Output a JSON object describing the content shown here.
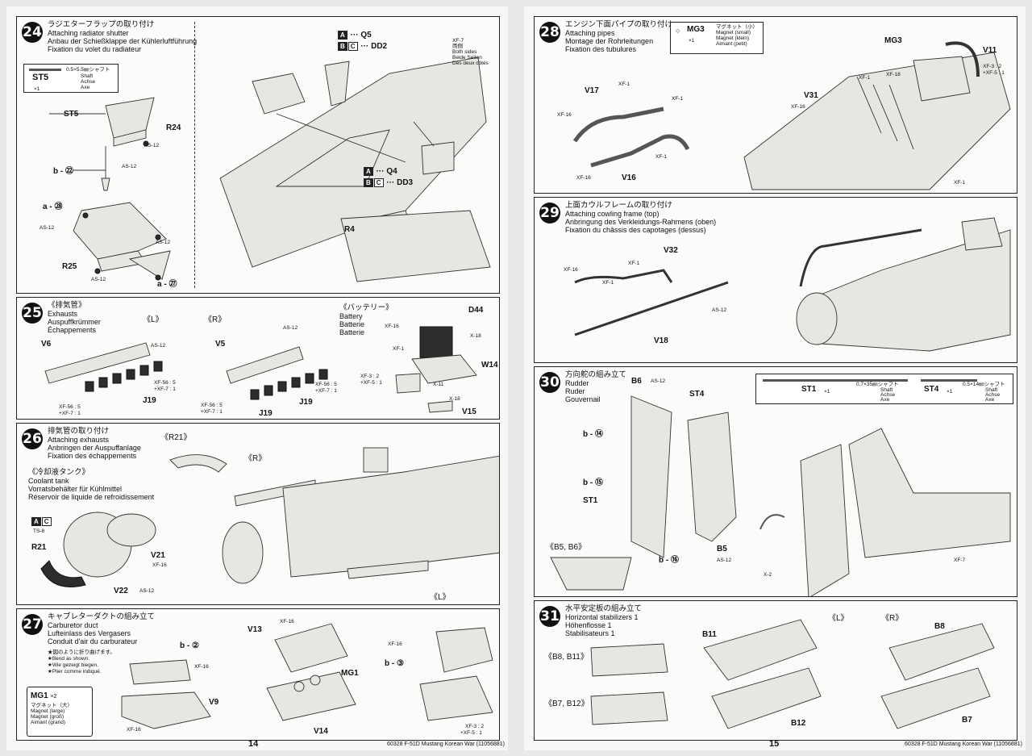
{
  "left_page": {
    "page_number": "14",
    "footer": "60328 F-51D Mustang Korean War (11056881)",
    "steps": [
      {
        "num": "24",
        "title_jp": "ラジエターフラップの取り付け",
        "title_en": "Attaching radiator shutter",
        "title_de": "Anbau der Schießklappe der Kühlerluftführung",
        "title_fr": "Fixation du volet du radiateur",
        "part_box": {
          "code": "ST5",
          "qty": "×1",
          "desc_jp": "0.5×5.5㎜シャフト",
          "desc_en": "Shaft",
          "desc_de": "Achse",
          "desc_fr": "Axe"
        },
        "labels": [
          "ST5",
          "R24",
          "AS-12",
          "b - ㉒",
          "AS-12",
          "a - ㉘",
          "AS-12",
          "AS-12",
          "R25",
          "AS-12",
          "a - ㉗"
        ],
        "right_labels": [
          "A",
          "B",
          "C",
          "Q5",
          "DD2",
          "XF-7",
          "両側",
          "Both sides",
          "Beide Seiten",
          "Des deux côtés",
          "A",
          "Q4",
          "B",
          "C",
          "DD3",
          "R4"
        ]
      },
      {
        "num": "25",
        "title_jp": "《排気管》",
        "title_en": "Exhausts",
        "title_de": "Auspuffkrümmer",
        "title_fr": "Échappements",
        "sub_l": "《L》",
        "sub_r": "《R》",
        "battery": {
          "jp": "《バッテリー》",
          "en": "Battery",
          "de": "Batterie",
          "fr": "Batterie"
        },
        "labels": [
          "V6",
          "AS-12",
          "XF-56 : 5",
          "+XF-7 : 1",
          "J19",
          "XF-56 : 5",
          "+XF-7 : 1",
          "V5",
          "AS-12",
          "XF-56 : 5",
          "+XF-7 : 1",
          "J19",
          "XF-56 : 5",
          "+XF-7 : 1",
          "J19",
          "D44",
          "XF-16",
          "X-18",
          "XF-1",
          "W14",
          "XF-3 : 2",
          "+XF-5 : 1",
          "X-11",
          "X-18",
          "V15"
        ]
      },
      {
        "num": "26",
        "title_jp": "排気管の取り付け",
        "title_en": "Attaching exhausts",
        "title_de": "Anbringen der Auspuffanlage",
        "title_fr": "Fixation des échappements",
        "coolant": {
          "jp": "《冷却液タンク》",
          "en": "Coolant tank",
          "de": "Vorratsbehälter für Kühlmittel",
          "fr": "Réservoir de liquide de refroidissement"
        },
        "labels": [
          "《R21》",
          "《R》",
          "A",
          "C",
          "TS-8",
          "R21",
          "V21",
          "XF-16",
          "V22",
          "AS-12",
          "《L》"
        ]
      },
      {
        "num": "27",
        "title_jp": "キャブレターダクトの組み立て",
        "title_en": "Carburetor duct",
        "title_de": "Lufteinlass des Vergasers",
        "title_fr": "Conduit d'air du carburateur",
        "notes": [
          "★図のように折り曲げます。",
          "★Bend as shown.",
          "★Wie gezeigt biegen.",
          "★Plier comme indiqué."
        ],
        "mg_box": {
          "code": "MG1",
          "qty": "×2",
          "jp": "マグネット（大）",
          "en": "Magnet (large)",
          "de": "Magnet (groß)",
          "fr": "Aimant (grand)"
        },
        "labels": [
          "b - ②",
          "XF-16",
          "V9",
          "XF-16",
          "V13",
          "XF-16",
          "MG1",
          "V14",
          "XF-16",
          "b - ③",
          "XF-3 : 2",
          "+XF-5 : 1"
        ]
      }
    ]
  },
  "right_page": {
    "page_number": "15",
    "footer": "60328 F-51D Mustang Korean War (11056881)",
    "steps": [
      {
        "num": "28",
        "title_jp": "エンジン下面パイプの取り付け",
        "title_en": "Attaching pipes",
        "title_de": "Montage der Rohrleitungen",
        "title_fr": "Fixation des tubulures",
        "mg_box": {
          "code": "MG3",
          "qty": "×1",
          "jp": "マグネット（小）",
          "en": "Magnet (small)",
          "de": "Magnet (klein)",
          "fr": "Aimant (petit)"
        },
        "labels": [
          "MG3",
          "V11",
          "XF-3 : 2",
          "+XF-5 : 1",
          "XF-18",
          "XF-1",
          "V17",
          "XF-1",
          "XF-16",
          "V31",
          "XF-16",
          "XF-1",
          "XF-1",
          "XF-16",
          "V16",
          "XF-1"
        ]
      },
      {
        "num": "29",
        "title_jp": "上面カウルフレームの取り付け",
        "title_en": "Attaching cowling frame (top)",
        "title_de": "Anbringung des Verkleidungs-Rahmens (oben)",
        "title_fr": "Fixation du châssis des capotages (dessus)",
        "labels": [
          "V32",
          "XF-1",
          "XF-16",
          "XF-1",
          "AS-12",
          "V18"
        ]
      },
      {
        "num": "30",
        "title_jp": "方向舵の組み立て",
        "title_en": "Rudder",
        "title_de": "Ruder",
        "title_fr": "Gouvernail",
        "part_box_1": {
          "code": "ST1",
          "qty": "×1",
          "desc_jp": "0.7×35㎜シャフト",
          "desc_en": "Shaft",
          "desc_de": "Achse",
          "desc_fr": "Axe"
        },
        "part_box_2": {
          "code": "ST4",
          "qty": "×1",
          "desc_jp": "0.5×14㎜シャフト",
          "desc_en": "Shaft",
          "desc_de": "Achse",
          "desc_fr": "Axe"
        },
        "labels": [
          "B6",
          "AS-12",
          "ST4",
          "b - ⑭",
          "b - ⑮",
          "ST1",
          "《B5, B6》",
          "b - ⑯",
          "B5",
          "AS-12",
          "X-2",
          "XF-7"
        ]
      },
      {
        "num": "31",
        "title_jp": "水平安定板の組み立て",
        "title_en": "Horizontal stabilizers 1",
        "title_de": "Höhenflosse 1",
        "title_fr": "Stabilisateurs 1",
        "labels": [
          "《B8, B11》",
          "《B7, B12》",
          "《L》",
          "《R》",
          "B11",
          "B12",
          "B8",
          "B7"
        ]
      }
    ]
  }
}
